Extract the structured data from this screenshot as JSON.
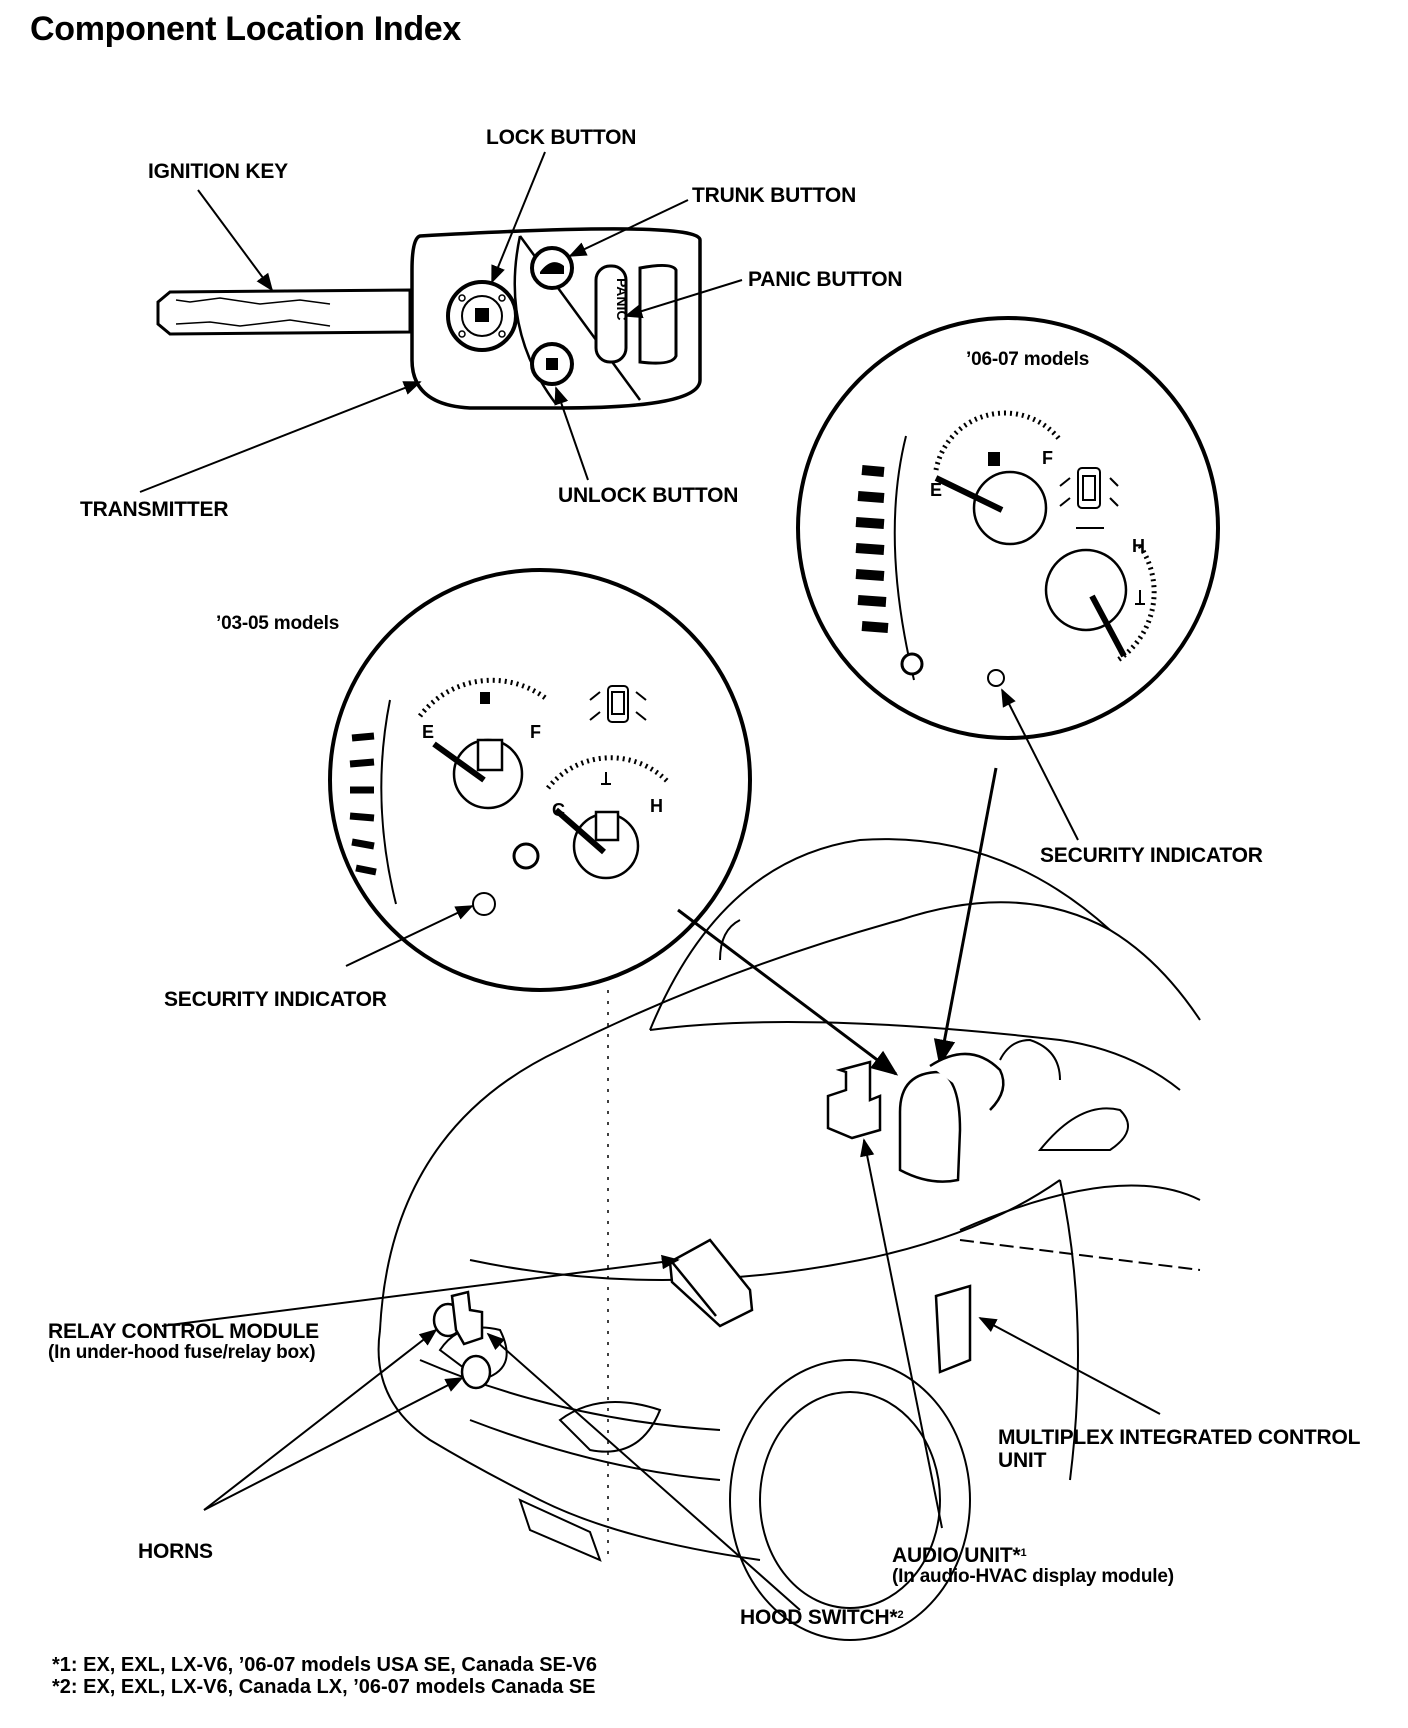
{
  "title": "Component Location Index",
  "labels": {
    "lock_button": "LOCK BUTTON",
    "ignition_key": "IGNITION KEY",
    "trunk_button": "TRUNK BUTTON",
    "panic_button": "PANIC BUTTON",
    "transmitter": "TRANSMITTER",
    "unlock_button": "UNLOCK BUTTON",
    "models_0607": "’06-07 models",
    "models_0305": "’03-05 models",
    "security_indicator_0607": "SECURITY INDICATOR",
    "security_indicator_0305": "SECURITY INDICATOR",
    "relay_control_module": "RELAY CONTROL MODULE",
    "relay_control_module_sub": "(In under-hood fuse/relay box)",
    "multiplex_unit": "MULTIPLEX INTEGRATED CONTROL",
    "multiplex_unit_2": "UNIT",
    "horns": "HORNS",
    "audio_unit": "AUDIO UNIT*",
    "audio_unit_mark": "1",
    "audio_unit_sub": "(In audio-HVAC display module)",
    "hood_switch": "HOOD SWITCH*",
    "hood_switch_mark": "2"
  },
  "gauge_letters": {
    "e": "E",
    "f": "F",
    "c": "C",
    "h": "H",
    "panic": "PANIC"
  },
  "footnotes": [
    "*1: EX, EXL, LX-V6, ’06-07 models USA SE, Canada SE-V6",
    "*2: EX, EXL, LX-V6, Canada LX, ’06-07 models Canada SE"
  ],
  "icons": [
    "ignition-key-icon",
    "remote-transmitter-icon",
    "fuel-pump-icon",
    "coolant-temp-icon",
    "door-ajar-car-icon",
    "security-indicator-light-icon",
    "car-outline-icon"
  ]
}
